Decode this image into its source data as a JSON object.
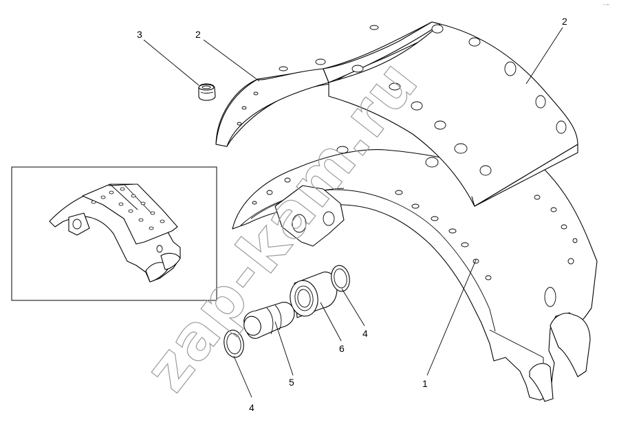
{
  "diagram": {
    "callouts": [
      {
        "id": "c3",
        "label": "3"
      },
      {
        "id": "c2a",
        "label": "2"
      },
      {
        "id": "c2b",
        "label": "2"
      },
      {
        "id": "c1",
        "label": "1"
      },
      {
        "id": "c4a",
        "label": "4"
      },
      {
        "id": "c4b",
        "label": "4"
      },
      {
        "id": "c5",
        "label": "5"
      },
      {
        "id": "c6",
        "label": "6"
      }
    ],
    "watermark": "zap-kam.ru",
    "corner_mark": "ᵃᶠ ⁰⁰⁰"
  }
}
